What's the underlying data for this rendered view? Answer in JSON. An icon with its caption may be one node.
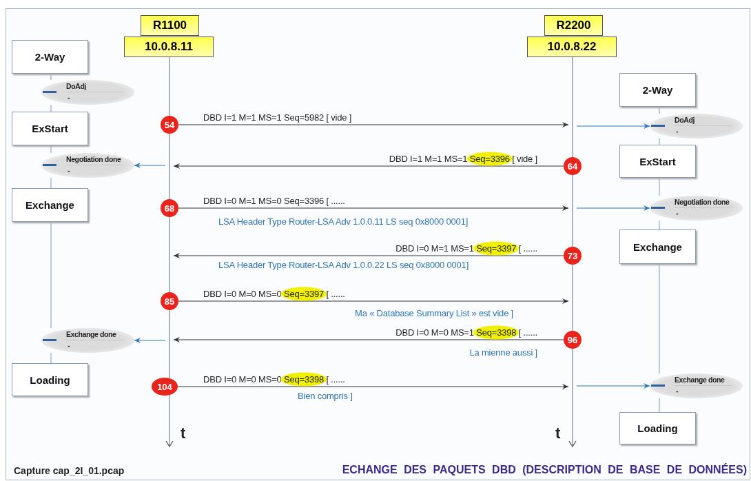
{
  "diagram": {
    "caption": "ECHANGE DES PAQUETS DBD (DESCRIPTION DE BASE DE DONNÉES)",
    "nodes": [
      {
        "text": [
          "R1100"
        ]
      },
      {
        "text": [
          "10.0.8.11"
        ]
      },
      {
        "text": [
          "R2200"
        ]
      },
      {
        "text": [
          "10.0.8.22"
        ]
      },
      {
        "text": [],
        "shape": "bar",
        "beside": [
          "t"
        ]
      },
      {
        "text": [],
        "shape": "bar",
        "beside": [
          "t"
        ]
      },
      {
        "text": [
          "2-Way"
        ]
      },
      {
        "text": [
          "DoAdj",
          "-"
        ]
      },
      {
        "text": [
          "ExStart"
        ]
      },
      {
        "text": [
          "Negotiation done",
          "-"
        ]
      },
      {
        "text": [
          "Exchange"
        ]
      },
      {
        "text": [
          "Exchange done",
          "-"
        ]
      },
      {
        "text": [
          "Loading"
        ]
      },
      {
        "text": [
          "2-Way"
        ]
      },
      {
        "text": [
          "DoAdj",
          "-"
        ]
      },
      {
        "text": [
          "ExStart"
        ]
      },
      {
        "text": [
          "Negotiation done",
          "-"
        ]
      },
      {
        "text": [
          "Exchange"
        ]
      },
      {
        "text": [
          "Exchange done",
          "-"
        ]
      },
      {
        "text": [
          "Loading"
        ]
      },
      {
        "text": [
          "54"
        ]
      },
      {
        "text": [
          "64"
        ]
      },
      {
        "text": [
          "68"
        ]
      },
      {
        "text": [
          "73"
        ]
      },
      {
        "text": [
          "85"
        ]
      },
      {
        "text": [
          "96"
        ]
      },
      {
        "text": [
          "104"
        ]
      }
    ],
    "edges": [
      {
        "from": 20,
        "to": 5,
        "arrow": "to",
        "label": "DBD I=1 M=1 MS=1 Seq=5982 [ vide ]",
        "color": "#333333"
      },
      {
        "from": 21,
        "to": 4,
        "arrow": "to",
        "label": "DBD I=1 M=1 MS=1 Seq=3396 [ vide ]",
        "color": "#333333"
      },
      {
        "from": 22,
        "to": 5,
        "arrow": "to",
        "label": "DBD I=0 M=1 MS=0 Seq=3396 [ ......",
        "color": "#333333"
      },
      {
        "from": 23,
        "to": 4,
        "arrow": "to",
        "label": "DBD I=0 M=1 MS=1 Seq=3397 [ ......",
        "color": "#333333"
      },
      {
        "from": 24,
        "to": 5,
        "arrow": "to",
        "label": "DBD I=0 M=0 MS=0 Seq=3397 [ ......",
        "color": "#333333"
      },
      {
        "from": 25,
        "to": 4,
        "arrow": "to",
        "label": "DBD I=0 M=0 MS=1 Seq=3398 [ ......",
        "color": "#333333"
      },
      {
        "from": 26,
        "to": 5,
        "arrow": "to",
        "label": "DBD I=0 M=0 MS=0 Seq=3398 [ ......",
        "color": "#333333"
      },
      {
        "from": 5,
        "to": 14,
        "arrow": "to",
        "color": "#2e75b6"
      },
      {
        "from": 4,
        "to": 9,
        "arrow": "to",
        "color": "#2e75b6"
      },
      {
        "from": 5,
        "to": 16,
        "arrow": "to",
        "color": "#2e75b6"
      },
      {
        "from": 4,
        "to": 11,
        "arrow": "to",
        "color": "#2e75b6"
      },
      {
        "from": 5,
        "to": 18,
        "arrow": "to",
        "color": "#2e75b6"
      },
      {
        "from": 6,
        "to": 7,
        "arrow": "none"
      },
      {
        "from": 7,
        "to": 8,
        "arrow": "none"
      },
      {
        "from": 8,
        "to": 9,
        "arrow": "none"
      },
      {
        "from": 9,
        "to": 10,
        "arrow": "none"
      },
      {
        "from": 10,
        "to": 11,
        "arrow": "none"
      },
      {
        "from": 11,
        "to": 12,
        "arrow": "none"
      },
      {
        "from": 13,
        "to": 14,
        "arrow": "none"
      },
      {
        "from": 14,
        "to": 15,
        "arrow": "none"
      },
      {
        "from": 15,
        "to": 16,
        "arrow": "none"
      },
      {
        "from": 16,
        "to": 17,
        "arrow": "none"
      },
      {
        "from": 17,
        "to": 18,
        "arrow": "none"
      },
      {
        "from": 18,
        "to": 19,
        "arrow": "none"
      }
    ],
    "labels": [
      "LSA Header Type Router-LSA Adv 1.0.0.11 LS seq 0x8000 0001]",
      "LSA Header Type Router-LSA Adv 1.0.0.22 LS seq 0x8000 0001]",
      "Ma « Database Summary List » est vide ]",
      "La mienne aussi ]",
      "Bien compris ]",
      "Capture cap_2I_01.pcap"
    ]
  }
}
